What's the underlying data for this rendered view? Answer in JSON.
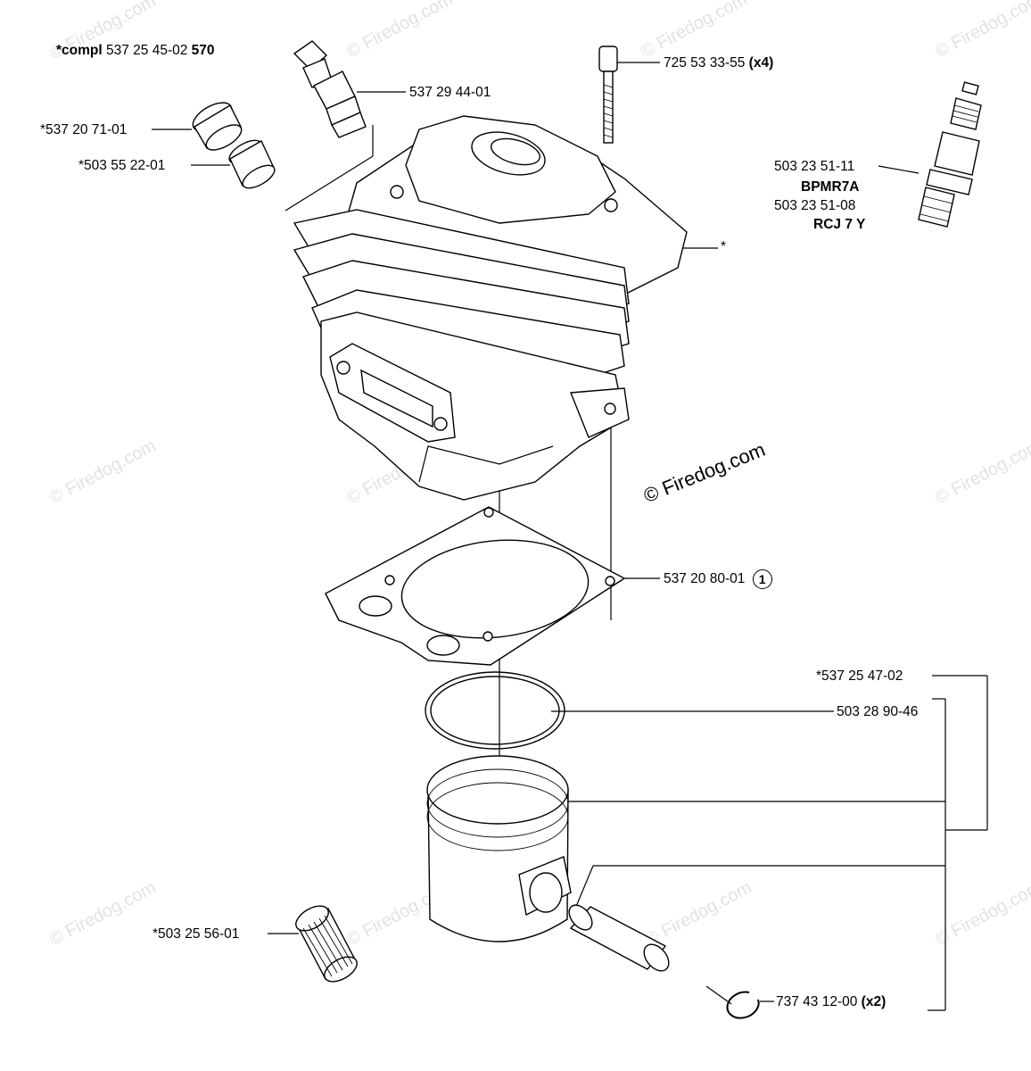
{
  "watermark": {
    "text": "© Firedog.com",
    "center_text": "© Firedog.com"
  },
  "labels": {
    "compl": {
      "prefix": "*compl",
      "number": "537 25 45-02",
      "suffix": "570"
    },
    "intake_valve": "537 29 44-01",
    "bolt": {
      "number": "725 53 33-55",
      "qty": "(x4)"
    },
    "plug_cover": "*537 20 71-01",
    "bushing": "*503 55 22-01",
    "spark_plug": {
      "line1": "503 23 51-11",
      "line2": "BPMR7A",
      "line3": "503 23 51-08",
      "line4": "RCJ 7 Y"
    },
    "head_gasket_star": "*",
    "base_gasket": {
      "number": "537 20 80-01",
      "callout": "1"
    },
    "piston_kit": "*537 25 47-02",
    "piston_ring": "503 28 90-46",
    "needle_bearing": "*503 25 56-01",
    "circlip": {
      "number": "737 43 12-00",
      "qty": "(x2)"
    }
  },
  "colors": {
    "line": "#000000",
    "watermark": "#e2e2e2",
    "background": "#ffffff"
  }
}
